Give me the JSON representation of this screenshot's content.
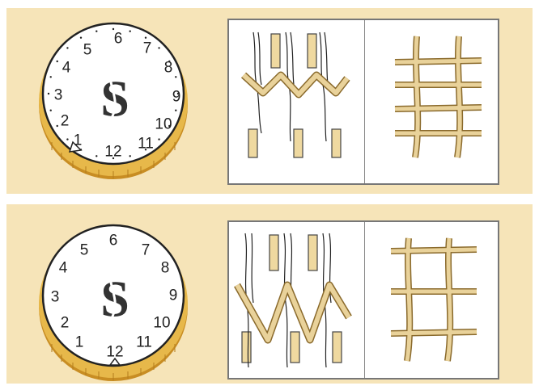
{
  "dials": [
    {
      "id": "top",
      "logo": "S",
      "numbers": [
        "1",
        "2",
        "3",
        "4",
        "5",
        "6",
        "7",
        "8",
        "9",
        "10",
        "11",
        "12"
      ],
      "pointer_at": "1"
    },
    {
      "id": "bottom",
      "logo": "S",
      "numbers": [
        "1",
        "2",
        "3",
        "4",
        "5",
        "6",
        "7",
        "8",
        "9",
        "10",
        "11",
        "12"
      ],
      "pointer_at": "12"
    }
  ],
  "colors": {
    "band": "#f6e4b8",
    "thread": "#e9d29a",
    "thread_edge": "#8a6a2c",
    "rim": "#d9a63a",
    "slot": "#efd9a0"
  }
}
